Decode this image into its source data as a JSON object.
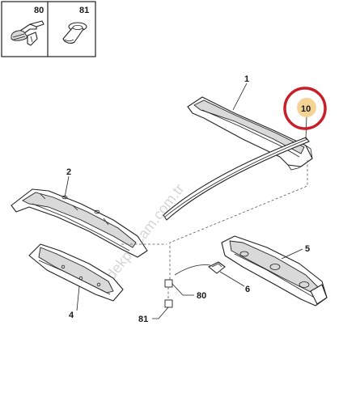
{
  "legend": {
    "items": [
      {
        "num": "80"
      },
      {
        "num": "81"
      }
    ]
  },
  "callouts": {
    "c1": "1",
    "c2": "2",
    "c4": "4",
    "c5": "5",
    "c6": "6",
    "c10": "10",
    "c80": "80",
    "c81": "81"
  },
  "watermark": "yedekparcam.com.tr",
  "colors": {
    "highlight_ring": "#c8202a",
    "highlight_fill": "#f3cf8a"
  }
}
